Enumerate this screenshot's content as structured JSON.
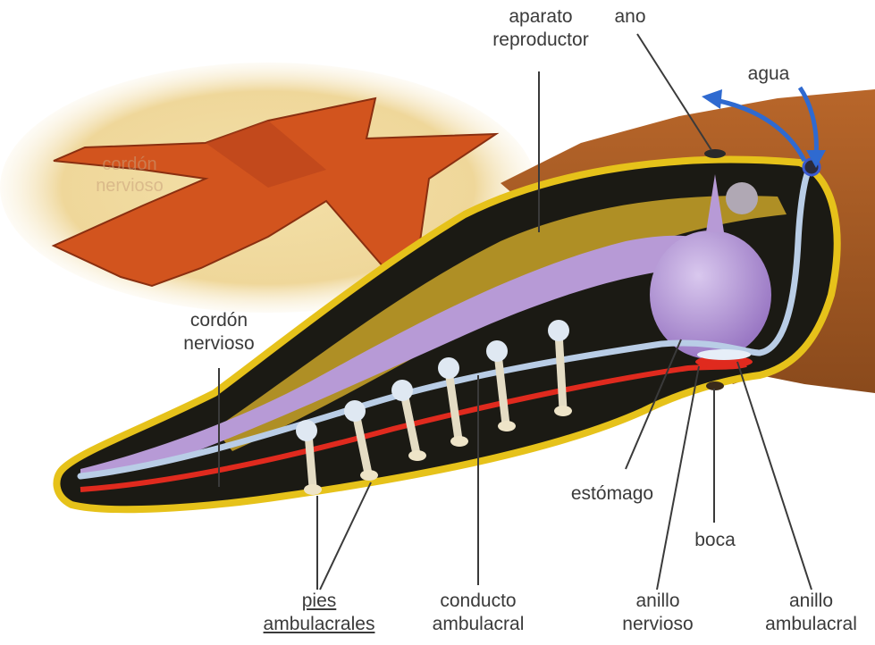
{
  "labels": {
    "aparato_reproductor": [
      "aparato",
      "reproductor"
    ],
    "ano": "ano",
    "agua": "agua",
    "cordon_nervioso": [
      "cordón",
      "nervioso"
    ],
    "cordon_nervioso_faint": [
      "cordón",
      "nervioso"
    ],
    "estomago": "estómago",
    "boca": "boca",
    "pies_ambulacrales": [
      "pies",
      "ambulacrales"
    ],
    "conducto_ambulacral": [
      "conducto",
      "ambulacral"
    ],
    "anillo_nervioso": [
      "anillo",
      "nervioso"
    ],
    "anillo_ambulacral": [
      "anillo",
      "ambulacral"
    ]
  },
  "colors": {
    "starfish": "#d2541e",
    "body_outline": "#e6c21a",
    "digestive": "#b79ad6",
    "water_vascular": "#b9cde6",
    "nerve": "#e02a1e",
    "arrow": "#2f6ad0",
    "sand": "#f1dca4"
  }
}
